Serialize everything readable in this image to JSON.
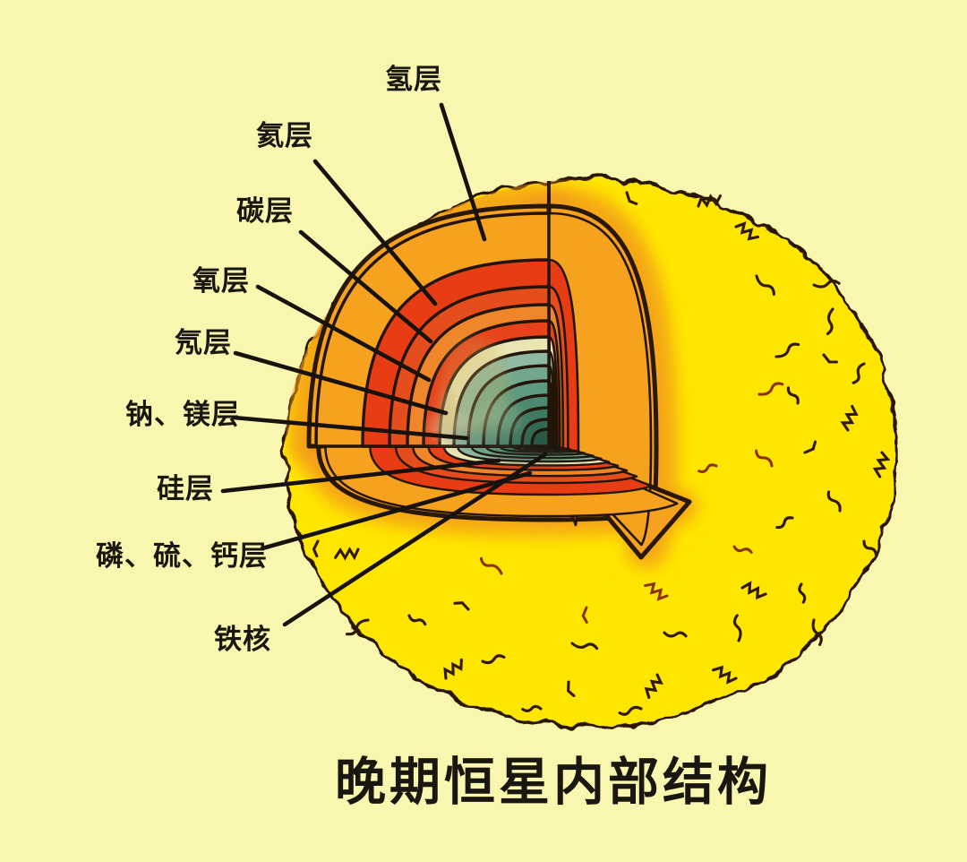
{
  "title": "晚期恒星内部结构",
  "layers": [
    {
      "id": "hydrogen",
      "label": "氢层",
      "color": "#F6A21E"
    },
    {
      "id": "helium",
      "label": "氦层",
      "color": "#E83D14"
    },
    {
      "id": "carbon",
      "label": "碳层",
      "color": "#E64D1C"
    },
    {
      "id": "oxygen",
      "label": "氧层",
      "color": "#F0862A"
    },
    {
      "id": "neon",
      "label": "氖层",
      "color": "#E8421A"
    },
    {
      "id": "sodium-magnesium",
      "label": "钠、镁层",
      "color": "#8FB9A2"
    },
    {
      "id": "silicon",
      "label": "硅层",
      "color": "#73A78D"
    },
    {
      "id": "phosphorus-sulfur-calcium",
      "label": "磷、硫、钙层",
      "color": "#5E9A80"
    },
    {
      "id": "iron-core",
      "label": "铁核",
      "color": "#2A5A46"
    }
  ],
  "unlabeled_shells": {
    "pale_band": "#EAE6B4",
    "inner_1": "#4C8A70",
    "inner_2": "#3E7A62",
    "inner_3": "#336A54"
  },
  "colors": {
    "background": "#F9F6B0",
    "star_surface": "#FFE603",
    "star_edge_outline": "#2A1805",
    "rim_glow": "#F2971C",
    "leader_line": "#17120C",
    "label_text": "#1A1710"
  }
}
